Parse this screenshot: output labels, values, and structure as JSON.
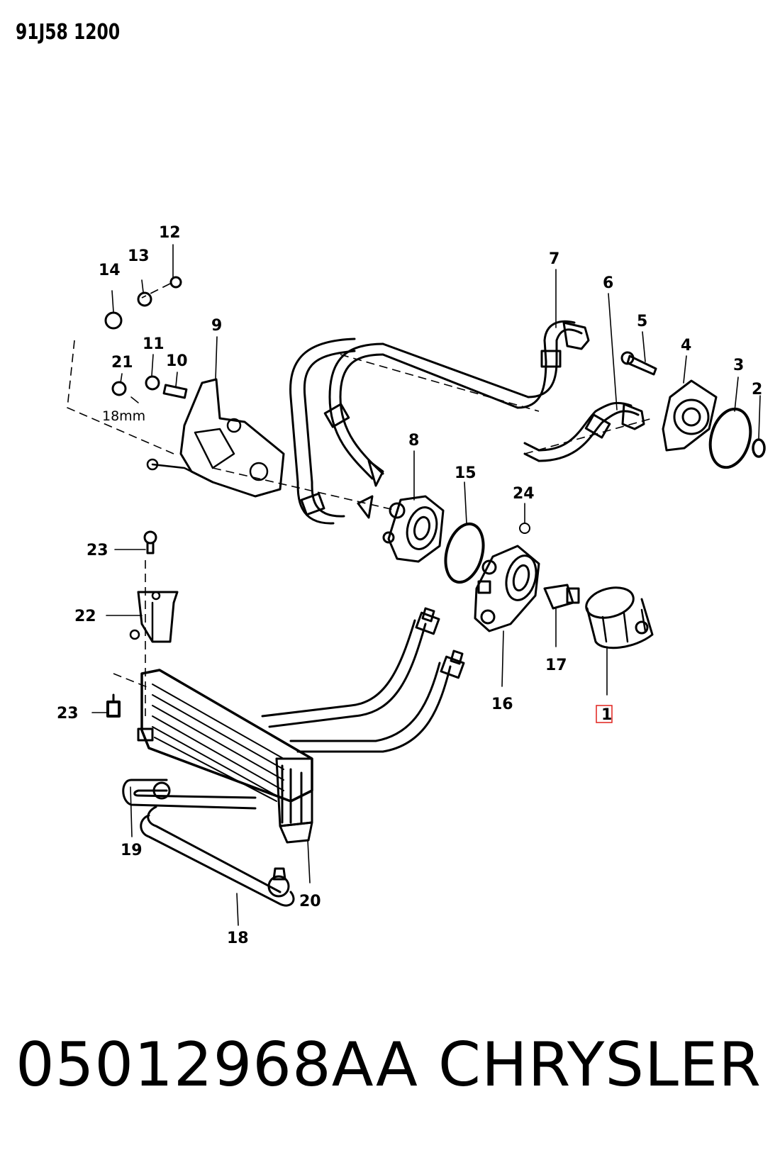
{
  "header": {
    "code": "91J58 1200"
  },
  "diagram": {
    "callouts": [
      "1",
      "2",
      "3",
      "4",
      "5",
      "6",
      "7",
      "8",
      "9",
      "10",
      "11",
      "12",
      "13",
      "14",
      "15",
      "16",
      "17",
      "18",
      "19",
      "20",
      "21",
      "22",
      "23",
      "23",
      "24"
    ],
    "dimension_note": "18mm",
    "highlight_color": "#e0201b"
  },
  "footer": {
    "part_number": "05012968AA",
    "brand": "CHRYSLER"
  }
}
